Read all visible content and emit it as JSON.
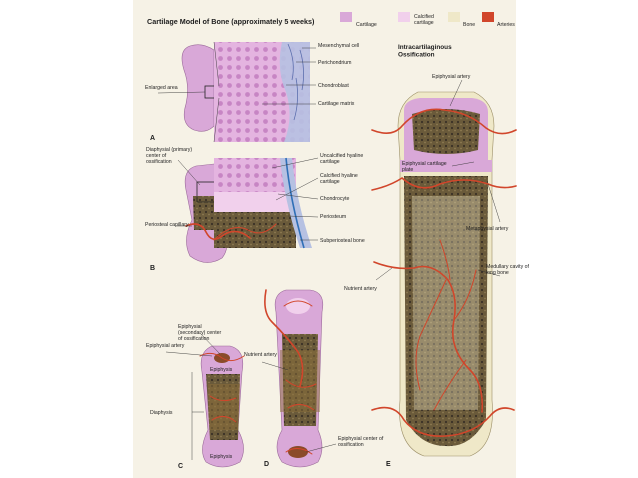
{
  "title": "Cartilage Model of Bone (approximately 5 weeks)",
  "legend": [
    {
      "label": "Cartilage",
      "color": "#d9a8d8"
    },
    {
      "label": "Calcified cartilage",
      "color": "#f1d0ec"
    },
    {
      "label": "Bone",
      "color": "#efe8c8"
    },
    {
      "label": "Arteries",
      "color": "#d1462b"
    }
  ],
  "panels": {
    "a": {
      "letter": "A",
      "labels": [
        "Mesenchymal cell",
        "Perichondrium",
        "Chondroblast",
        "Cartilage matrix",
        "Enlarged area"
      ]
    },
    "b": {
      "letter": "B",
      "labels": [
        "Diaphysial (primary) center of ossification",
        "Uncalcified hyaline cartilage",
        "Calcified hyaline cartilage",
        "Chondrocyte",
        "Periosteum",
        "Subperiosteal bone",
        "Periosteal capillary"
      ]
    },
    "c": {
      "letter": "C",
      "labels": [
        "Epiphysial (secondary) center of ossification",
        "Epiphysial artery",
        "Epiphysis",
        "Diaphysis",
        "Epiphysis"
      ]
    },
    "d": {
      "letter": "D",
      "labels": [
        "Nutrient artery",
        "Epiphysial center of ossification"
      ]
    },
    "e": {
      "letter": "E",
      "title": "Intracartilaginous Ossification",
      "labels": [
        "Epiphysial artery",
        "Epiphysial cartilage plate",
        "Metaphysial artery",
        "Medullary cavity of long bone",
        "Nutrient artery"
      ]
    }
  }
}
